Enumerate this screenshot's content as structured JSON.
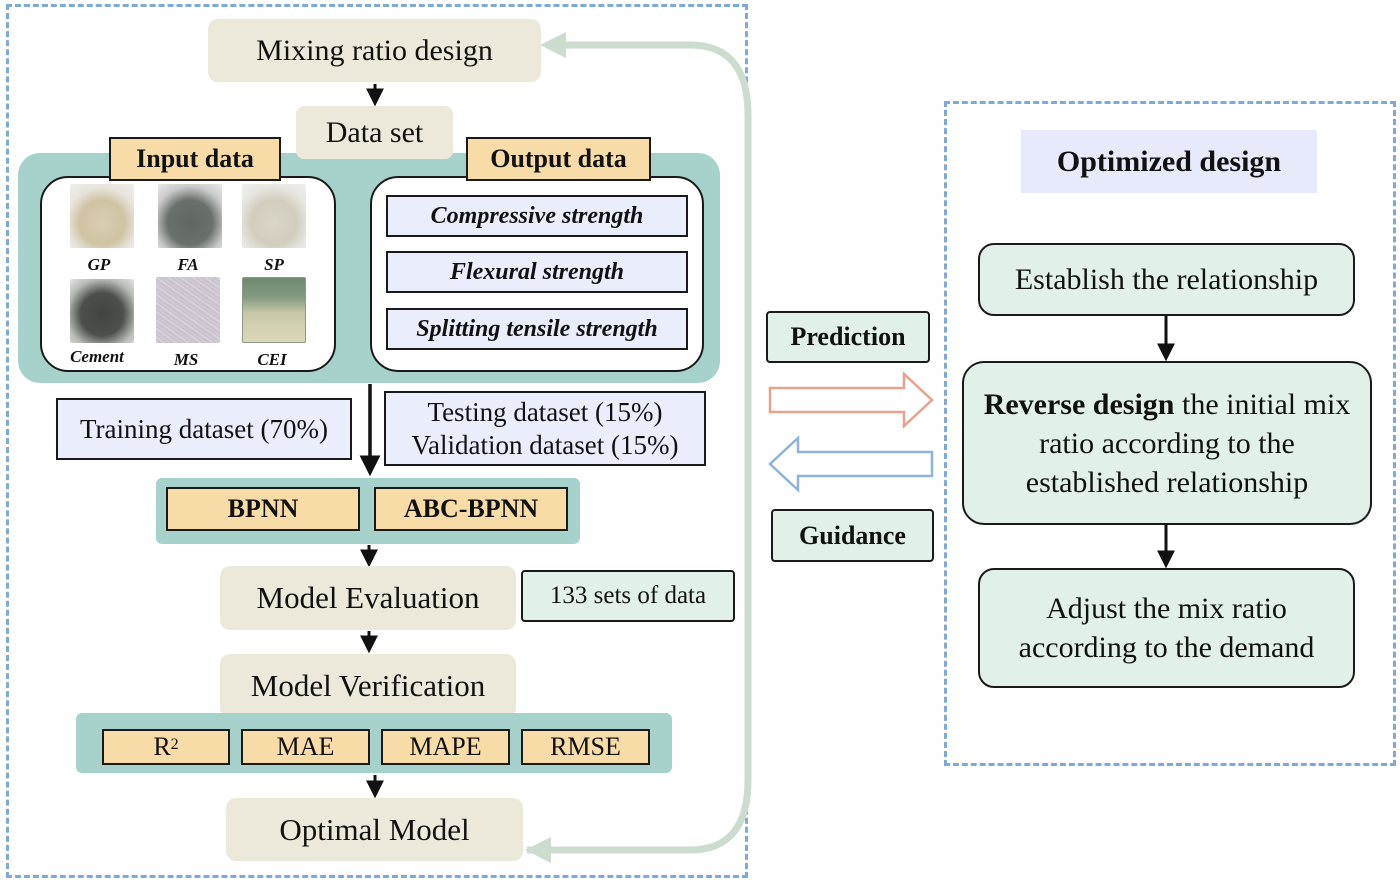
{
  "left_flow": {
    "mixing_ratio_design": "Mixing ratio design",
    "data_set": "Data set",
    "input_data": {
      "title": "Input data",
      "materials": [
        "GP",
        "FA",
        "SP",
        "Cement",
        "MS",
        "CEI"
      ]
    },
    "output_data": {
      "title": "Output data",
      "items": [
        "Compressive strength",
        "Flexural strength",
        "Splitting tensile strength"
      ]
    },
    "training_dataset": "Training dataset (70%)",
    "testing_dataset": "Testing dataset (15%)",
    "validation_dataset": "Validation dataset (15%)",
    "models": [
      "BPNN",
      "ABC-BPNN"
    ],
    "model_evaluation": "Model Evaluation",
    "sets_of_data": "133 sets of data",
    "model_verification": "Model Verification",
    "metrics": [
      {
        "base": "R",
        "sup": "2"
      },
      {
        "base": "MAE",
        "sup": ""
      },
      {
        "base": "MAPE",
        "sup": ""
      },
      {
        "base": "RMSE",
        "sup": ""
      }
    ],
    "optimal_model": "Optimal Model"
  },
  "middle": {
    "prediction": "Prediction",
    "guidance": "Guidance"
  },
  "right_panel": {
    "title": "Optimized design",
    "establish": "Establish the relationship",
    "reverse_bold": "Reverse design",
    "reverse_rest": " the initial mix ratio according to the established relationship",
    "adjust": "Adjust the mix ratio according to the demand"
  },
  "colors": {
    "dashed_frame": "#7ea9d8",
    "teal_panel": "#a7d2cc",
    "beige_box": "#ede9da",
    "tag_orange": "#f8dca8",
    "lavender_box": "#e9edfc",
    "mint_box": "#e2f0ea",
    "prediction_arrow": "#e8a08f",
    "guidance_arrow": "#8fb3dd",
    "loop_arrow": "#ccdccf"
  }
}
